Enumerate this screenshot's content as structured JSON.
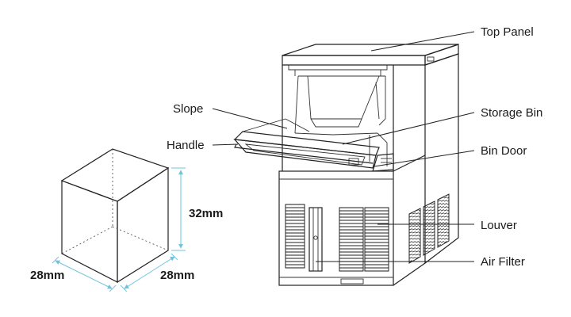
{
  "labels": {
    "top_panel": "Top Panel",
    "slope": "Slope",
    "storage_bin": "Storage Bin",
    "handle": "Handle",
    "bin_door": "Bin Door",
    "louver": "Louver",
    "air_filter": "Air Filter"
  },
  "cube_dimensions": {
    "height": "32mm",
    "depth": "28mm",
    "width": "28mm"
  },
  "colors": {
    "dimension_line": "#6fc3df",
    "line_art": "#222222"
  }
}
